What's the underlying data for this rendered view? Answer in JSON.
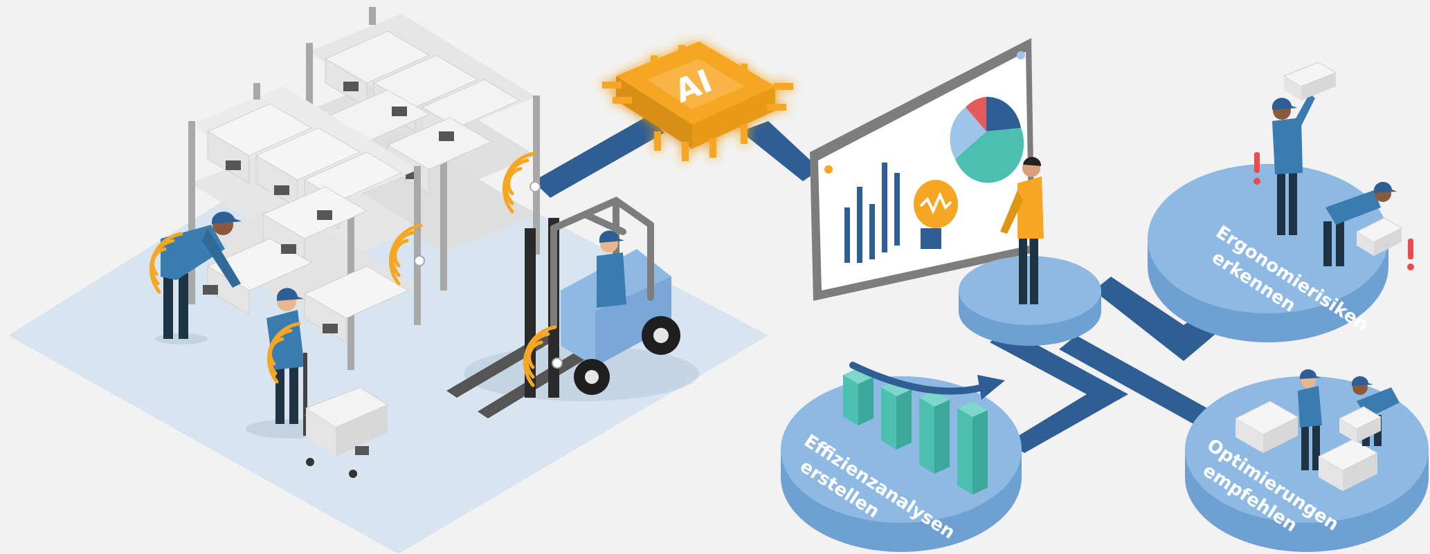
{
  "chip": {
    "text": "AI"
  },
  "steps": [
    {
      "line1": "Ergonomierisiken",
      "line2": "erkennen"
    },
    {
      "line1": "Effizienzanalysen",
      "line2": "erstellen"
    },
    {
      "line1": "Optimierungen",
      "line2": "empfehlen"
    }
  ],
  "colors": {
    "background": "#f2f2f2",
    "floor": "#d5e2ef",
    "platform": "#8db9e3",
    "platform_side": "#6fa0d3",
    "connector": "#2e5e94",
    "ai_orange": "#f5a623",
    "worker_shirt": "#3a7bb0",
    "warning": "#e84c4c",
    "teal": "#4dbfb0",
    "pie_blue": "#2e5e94",
    "pie_teal": "#4dbfb0",
    "pie_light": "#9ec4ea",
    "pie_red": "#e55a5a"
  },
  "icons": [
    "ai-chip-icon",
    "wifi-signal-icon",
    "warning-icon",
    "trend-arrow-icon",
    "pie-chart-icon",
    "bar-chart-icon"
  ]
}
